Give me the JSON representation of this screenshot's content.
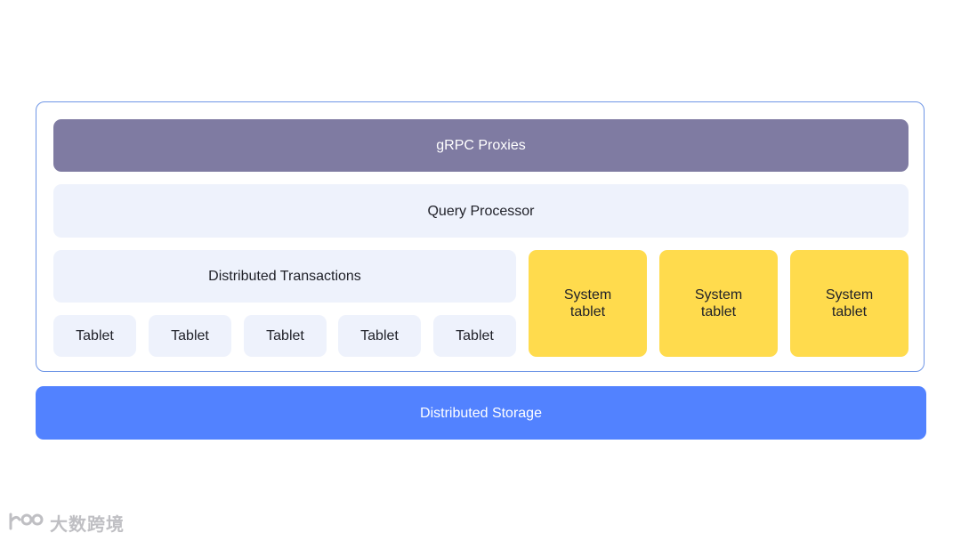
{
  "diagram": {
    "grpc_proxies": "gRPC Proxies",
    "query_processor": "Query Processor",
    "distributed_transactions": "Distributed Transactions",
    "tablets": [
      "Tablet",
      "Tablet",
      "Tablet",
      "Tablet",
      "Tablet"
    ],
    "system_tablets": [
      "System\ntablet",
      "System\ntablet",
      "System\ntablet"
    ],
    "distributed_storage": "Distributed Storage"
  },
  "watermark": {
    "text": "大数跨境"
  },
  "colors": {
    "frame_border": "#6f96e6",
    "grpc_bg": "#7f7ba2",
    "light_box_bg": "#eef2fc",
    "system_tablet_bg": "#ffdb4d",
    "storage_bg": "#5282ff"
  }
}
